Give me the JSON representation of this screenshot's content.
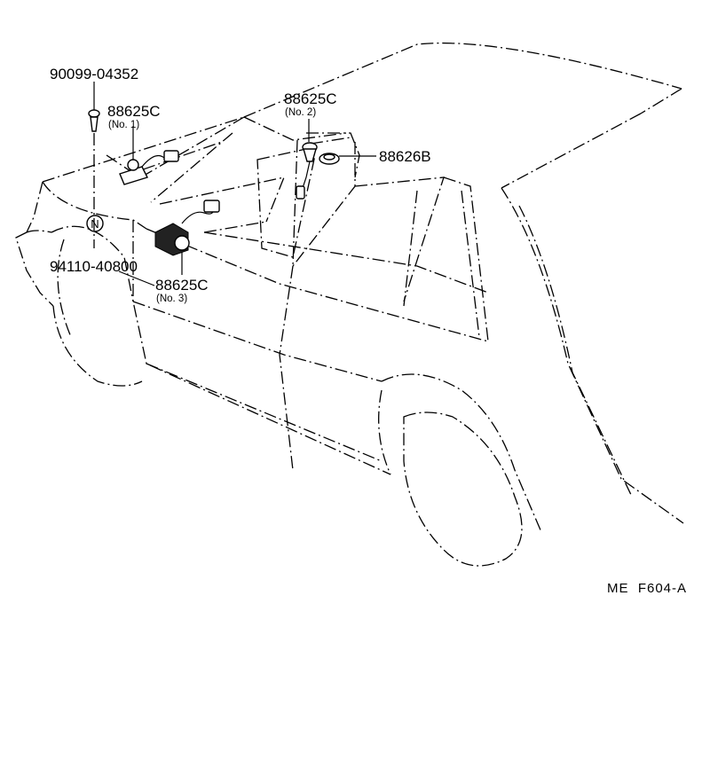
{
  "callouts": {
    "bolt": "90099-04352",
    "sensor1": "88625C",
    "sensor1_sub": "(No. 1)",
    "sensor2": "88625C",
    "sensor2_sub": "(No. 2)",
    "grommet": "88626B",
    "clip": "94110-40800",
    "sensor3": "88625C",
    "sensor3_sub": "(No. 3)",
    "marker": "N"
  },
  "footer": {
    "code": "ME  F604-A"
  }
}
